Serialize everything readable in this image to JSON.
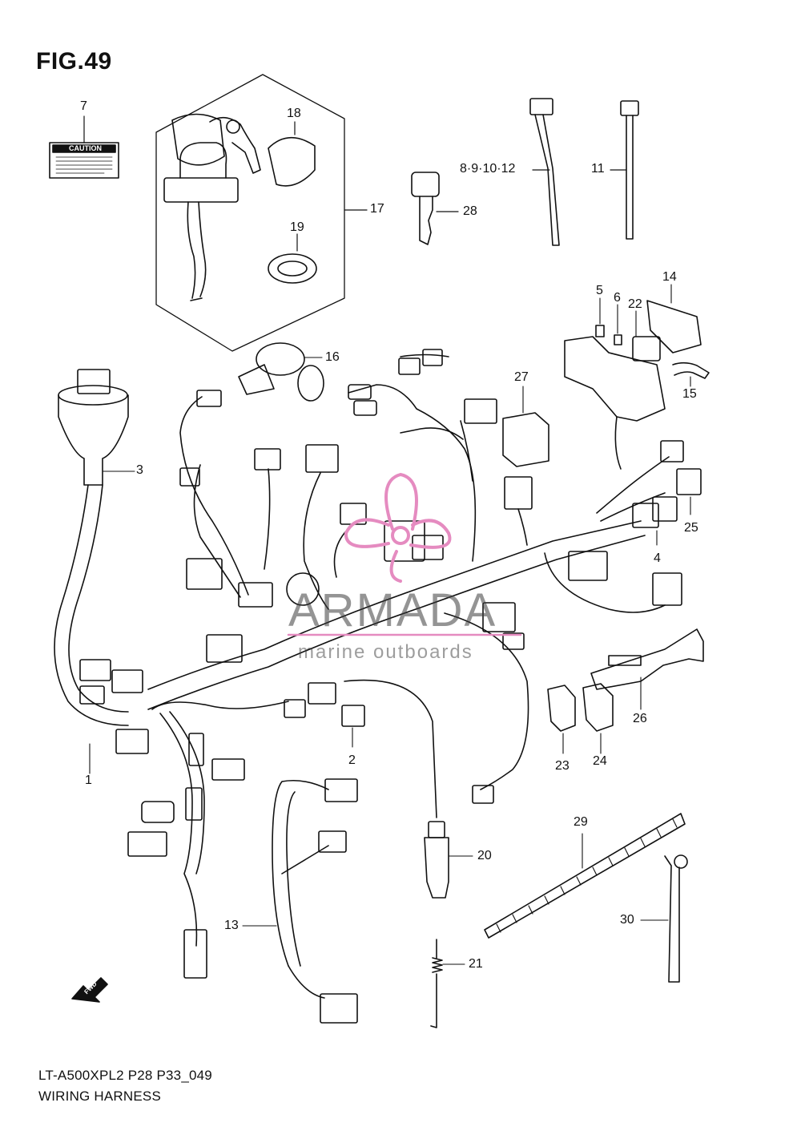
{
  "figure": {
    "title": "FIG.49",
    "code": "LT-A500XPL2 P28 P33_049",
    "name": "WIRING HARNESS"
  },
  "caution_label_text": "CAUTION",
  "fwd_arrow_text": "FWD",
  "watermark": {
    "brand": "ARMADA",
    "tagline": "marine outboards"
  },
  "callouts": {
    "p1": "1",
    "p2": "2",
    "p3": "3",
    "p4": "4",
    "p5": "5",
    "p6": "6",
    "p7": "7",
    "p8_12": "8·9·10·12",
    "p11": "11",
    "p13": "13",
    "p14": "14",
    "p15": "15",
    "p16": "16",
    "p17": "17",
    "p18": "18",
    "p19": "19",
    "p20": "20",
    "p21": "21",
    "p22": "22",
    "p23": "23",
    "p24": "24",
    "p25": "25",
    "p26": "26",
    "p27": "27",
    "p28": "28",
    "p29": "29",
    "p30": "30"
  },
  "colors": {
    "ink": "#111111",
    "watermark_pink": "#e58bc0",
    "watermark_gray": "#5a5a5a"
  }
}
